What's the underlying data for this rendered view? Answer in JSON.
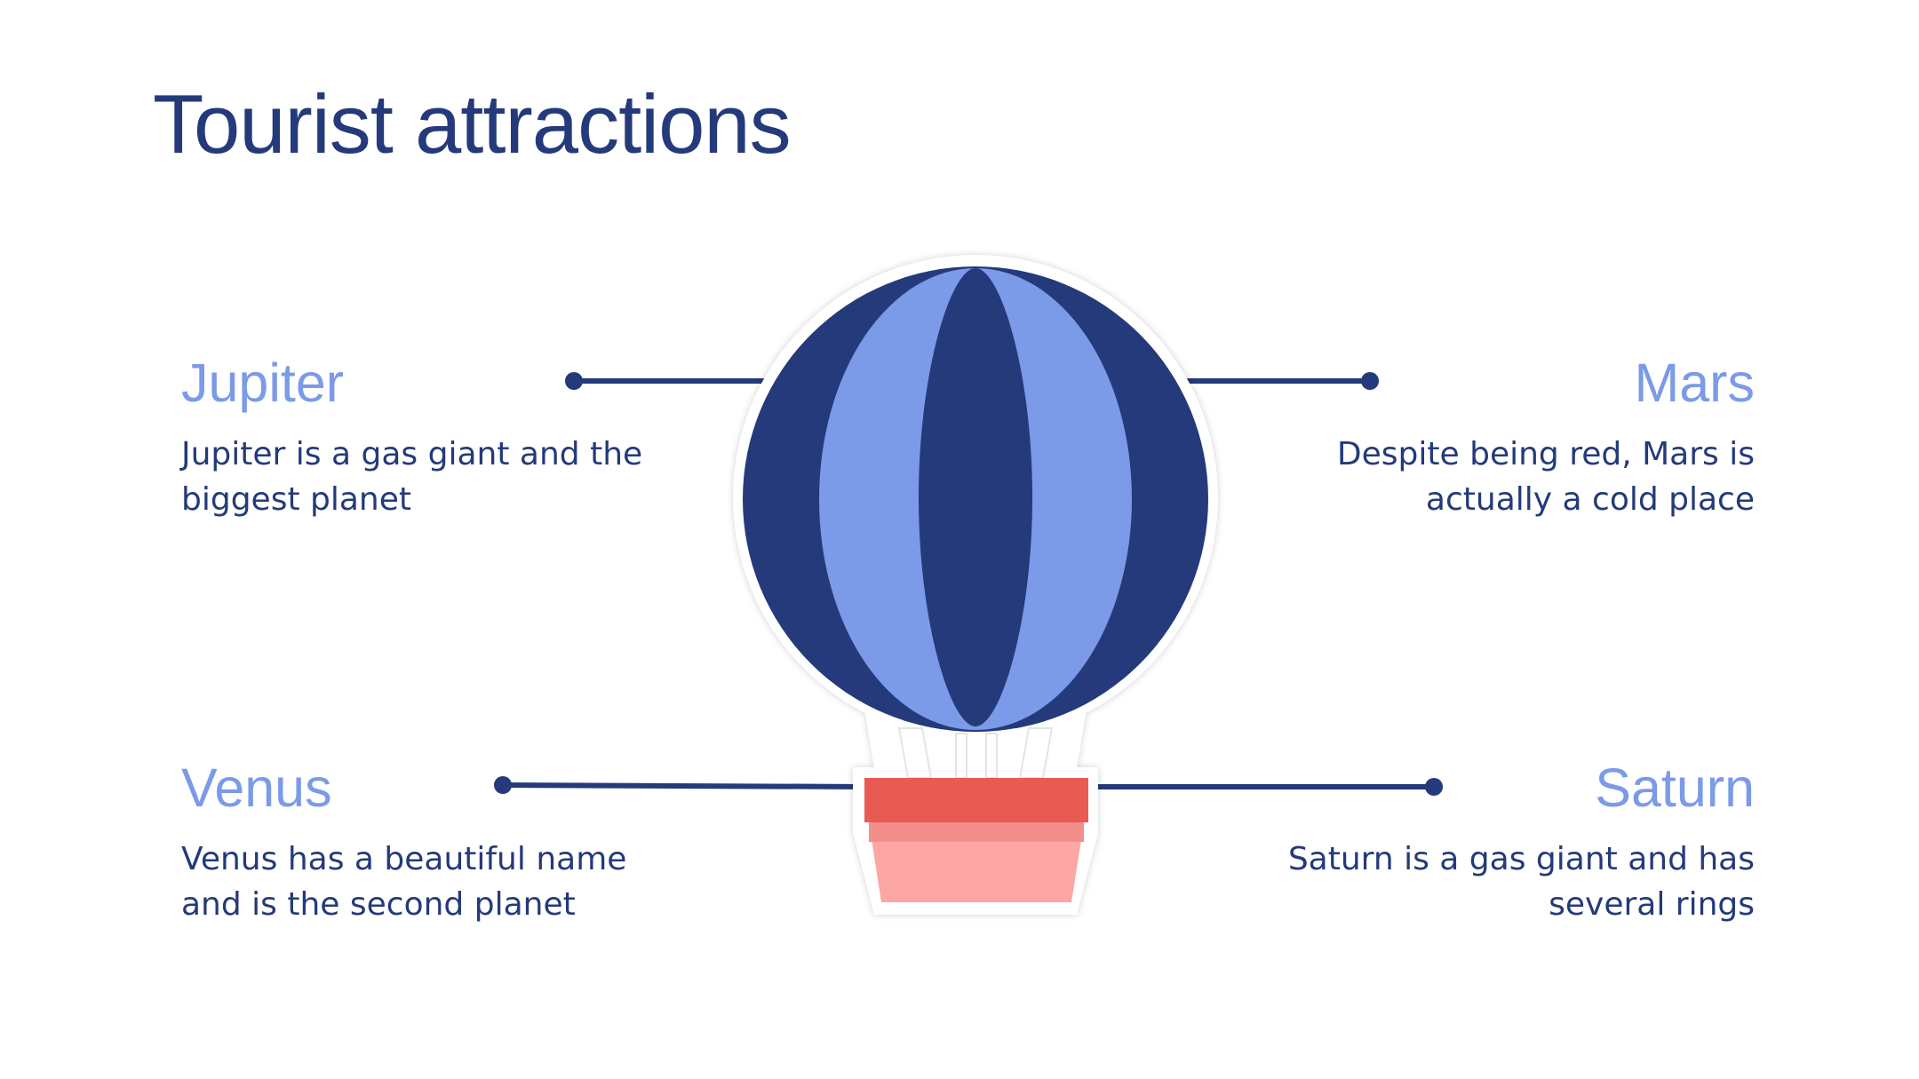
{
  "title": "Tourist attractions",
  "colors": {
    "dark_blue": "#243a7a",
    "light_blue": "#7b9ae8",
    "basket_red": "#e85a52",
    "basket_pink": "#fca7a4"
  },
  "items": {
    "jupiter": {
      "name": "Jupiter",
      "description": "Jupiter is a gas giant and the\nbiggest planet"
    },
    "mars": {
      "name": "Mars",
      "description": "Despite being red, Mars is\nactually a cold place"
    },
    "venus": {
      "name": "Venus",
      "description": "Venus has a beautiful name\nand is the second planet"
    },
    "saturn": {
      "name": "Saturn",
      "description": "Saturn is a gas giant and has\nseveral rings"
    }
  },
  "illustration": "hot-air-balloon-icon"
}
